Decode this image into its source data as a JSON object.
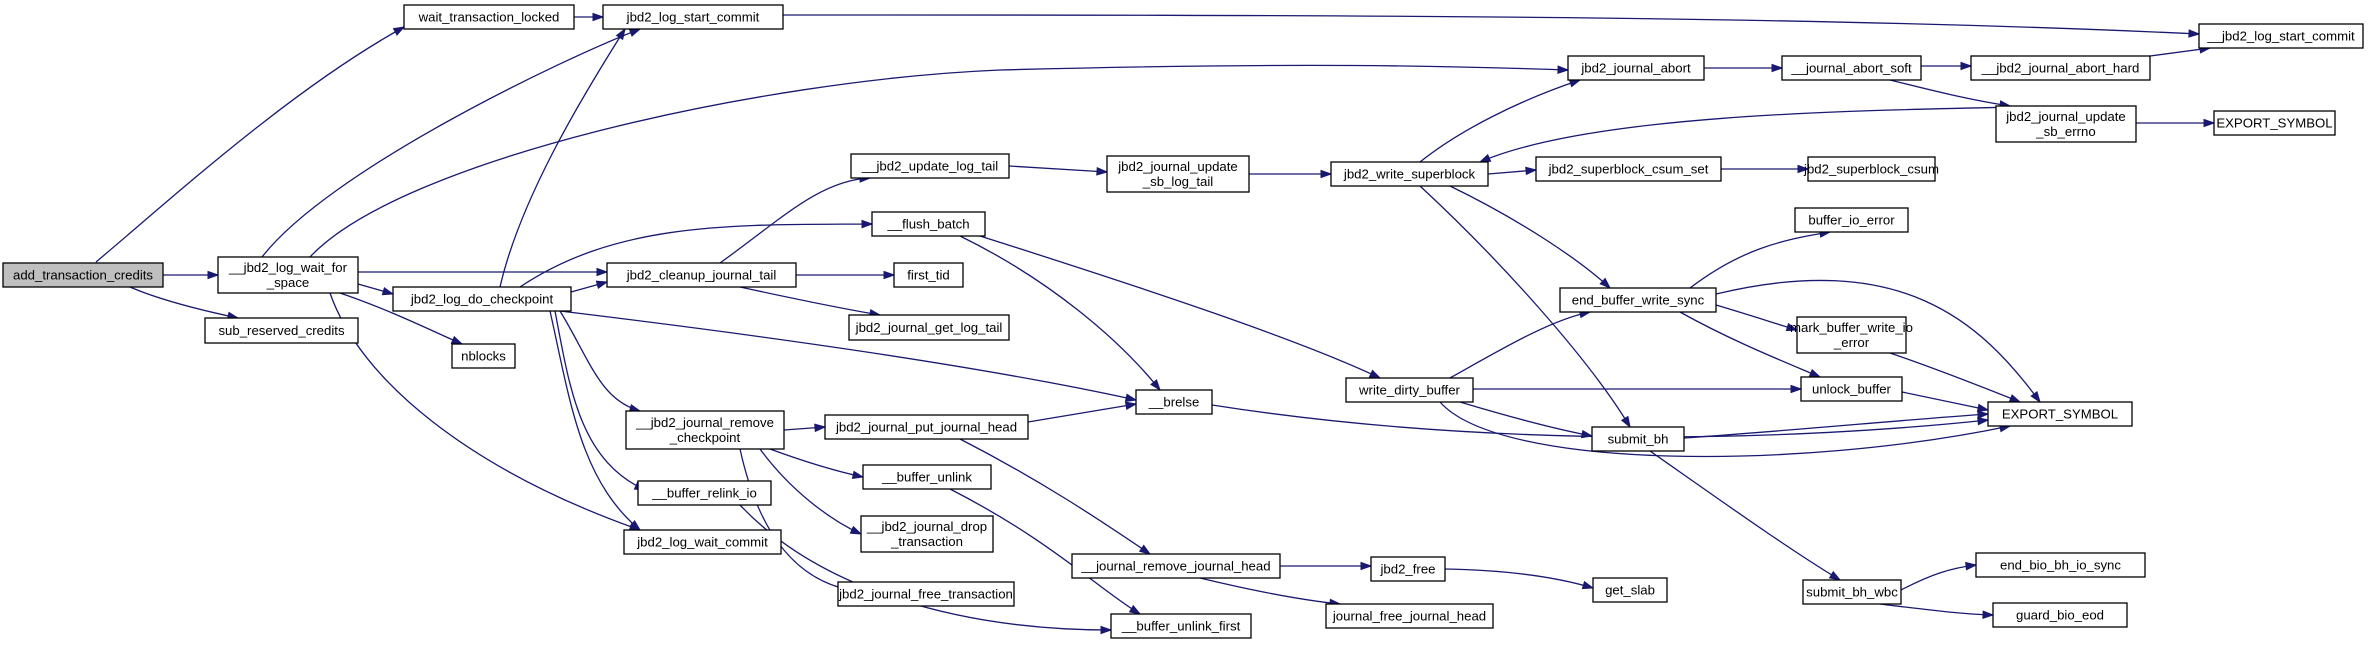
{
  "diagram": {
    "type": "call-graph",
    "root": "add_transaction_credits",
    "nodes": [
      {
        "id": "atc",
        "lines": [
          "add_transaction_credits"
        ],
        "root": true
      },
      {
        "id": "wtl",
        "lines": [
          "wait_transaction_locked"
        ]
      },
      {
        "id": "lwfs",
        "lines": [
          "__jbd2_log_wait_for",
          "_space"
        ]
      },
      {
        "id": "src",
        "lines": [
          "sub_reserved_credits"
        ]
      },
      {
        "id": "lsc",
        "lines": [
          "jbd2_log_start_commit"
        ]
      },
      {
        "id": "ldc",
        "lines": [
          "jbd2_log_do_checkpoint"
        ]
      },
      {
        "id": "nbl",
        "lines": [
          "nblocks"
        ]
      },
      {
        "id": "lwc",
        "lines": [
          "jbd2_log_wait_commit"
        ]
      },
      {
        "id": "cjt",
        "lines": [
          "jbd2_cleanup_journal_tail"
        ]
      },
      {
        "id": "jrc",
        "lines": [
          "__jbd2_journal_remove",
          "_checkpoint"
        ]
      },
      {
        "id": "bri",
        "lines": [
          "__buffer_relink_io"
        ]
      },
      {
        "id": "ult",
        "lines": [
          "__jbd2_update_log_tail"
        ]
      },
      {
        "id": "flb",
        "lines": [
          "__flush_batch"
        ]
      },
      {
        "id": "ftid",
        "lines": [
          "first_tid"
        ]
      },
      {
        "id": "jglt",
        "lines": [
          "jbd2_journal_get_log_tail"
        ]
      },
      {
        "id": "jpjh",
        "lines": [
          "jbd2_journal_put_journal_head"
        ]
      },
      {
        "id": "bun",
        "lines": [
          "__buffer_unlink"
        ]
      },
      {
        "id": "jdt",
        "lines": [
          "__jbd2_journal_drop",
          "_transaction"
        ]
      },
      {
        "id": "jft",
        "lines": [
          "jbd2_journal_free_transaction"
        ]
      },
      {
        "id": "jusl",
        "lines": [
          "jbd2_journal_update",
          "_sb_log_tail"
        ]
      },
      {
        "id": "brl",
        "lines": [
          "__brelse"
        ]
      },
      {
        "id": "jrjh",
        "lines": [
          "__journal_remove_journal_head"
        ]
      },
      {
        "id": "buf",
        "lines": [
          "__buffer_unlink_first"
        ]
      },
      {
        "id": "jws",
        "lines": [
          "jbd2_write_superblock"
        ]
      },
      {
        "id": "wdb",
        "lines": [
          "write_dirty_buffer"
        ]
      },
      {
        "id": "jfr",
        "lines": [
          "jbd2_free"
        ]
      },
      {
        "id": "jfjh",
        "lines": [
          "journal_free_journal_head"
        ]
      },
      {
        "id": "jab",
        "lines": [
          "jbd2_journal_abort"
        ]
      },
      {
        "id": "jscs",
        "lines": [
          "jbd2_superblock_csum_set"
        ]
      },
      {
        "id": "ebws",
        "lines": [
          "end_buffer_write_sync"
        ]
      },
      {
        "id": "sbh",
        "lines": [
          "submit_bh"
        ]
      },
      {
        "id": "gsl",
        "lines": [
          "get_slab"
        ]
      },
      {
        "id": "jas",
        "lines": [
          "__journal_abort_soft"
        ]
      },
      {
        "id": "jsc",
        "lines": [
          "jbd2_superblock_csum"
        ]
      },
      {
        "id": "bie",
        "lines": [
          "buffer_io_error"
        ]
      },
      {
        "id": "mbwe",
        "lines": [
          "mark_buffer_write_io",
          "_error"
        ]
      },
      {
        "id": "unb",
        "lines": [
          "unlock_buffer"
        ]
      },
      {
        "id": "sbw",
        "lines": [
          "submit_bh_wbc"
        ]
      },
      {
        "id": "jaah",
        "lines": [
          "__jbd2_journal_abort_hard"
        ]
      },
      {
        "id": "juse",
        "lines": [
          "jbd2_journal_update",
          "_sb_errno"
        ]
      },
      {
        "id": "exs2",
        "lines": [
          "EXPORT_SYMBOL"
        ]
      },
      {
        "id": "ebio",
        "lines": [
          "end_bio_bh_io_sync"
        ]
      },
      {
        "id": "gbe",
        "lines": [
          "guard_bio_eod"
        ]
      },
      {
        "id": "lsc2",
        "lines": [
          "__jbd2_log_start_commit"
        ]
      },
      {
        "id": "exs1",
        "lines": [
          "EXPORT_SYMBOL"
        ]
      }
    ],
    "edges": [
      [
        "atc",
        "wtl"
      ],
      [
        "atc",
        "lwfs"
      ],
      [
        "atc",
        "src"
      ],
      [
        "wtl",
        "lsc"
      ],
      [
        "lsc",
        "lsc2"
      ],
      [
        "lwfs",
        "lsc"
      ],
      [
        "lwfs",
        "jab"
      ],
      [
        "lwfs",
        "ldc"
      ],
      [
        "lwfs",
        "cjt"
      ],
      [
        "lwfs",
        "nbl"
      ],
      [
        "lwfs",
        "lwc"
      ],
      [
        "ldc",
        "lsc"
      ],
      [
        "ldc",
        "flb"
      ],
      [
        "ldc",
        "cjt"
      ],
      [
        "ldc",
        "brl"
      ],
      [
        "ldc",
        "jrc"
      ],
      [
        "ldc",
        "bri"
      ],
      [
        "ldc",
        "lwc"
      ],
      [
        "cjt",
        "ult"
      ],
      [
        "cjt",
        "ftid"
      ],
      [
        "cjt",
        "jglt"
      ],
      [
        "ult",
        "jusl"
      ],
      [
        "jusl",
        "jws"
      ],
      [
        "flb",
        "brl"
      ],
      [
        "flb",
        "wdb"
      ],
      [
        "jrc",
        "jpjh"
      ],
      [
        "jrc",
        "bun"
      ],
      [
        "jrc",
        "jdt"
      ],
      [
        "jrc",
        "jft"
      ],
      [
        "bri",
        "buf"
      ],
      [
        "bun",
        "buf"
      ],
      [
        "jpjh",
        "brl"
      ],
      [
        "jpjh",
        "jrjh"
      ],
      [
        "jrjh",
        "jfr"
      ],
      [
        "jrjh",
        "jfjh"
      ],
      [
        "jfr",
        "gsl"
      ],
      [
        "brl",
        "exs1"
      ],
      [
        "jws",
        "jab"
      ],
      [
        "jws",
        "jscs"
      ],
      [
        "jws",
        "ebws"
      ],
      [
        "jws",
        "sbh"
      ],
      [
        "jab",
        "jas"
      ],
      [
        "jas",
        "jaah"
      ],
      [
        "jas",
        "juse"
      ],
      [
        "jaah",
        "lsc2"
      ],
      [
        "juse",
        "exs2"
      ],
      [
        "juse",
        "jws"
      ],
      [
        "jscs",
        "jsc"
      ],
      [
        "wdb",
        "ebws"
      ],
      [
        "wdb",
        "unb"
      ],
      [
        "wdb",
        "sbh"
      ],
      [
        "wdb",
        "exs1"
      ],
      [
        "ebws",
        "bie"
      ],
      [
        "ebws",
        "mbwe"
      ],
      [
        "ebws",
        "unb"
      ],
      [
        "ebws",
        "exs1"
      ],
      [
        "mbwe",
        "exs1"
      ],
      [
        "unb",
        "exs1"
      ],
      [
        "sbh",
        "exs1"
      ],
      [
        "sbh",
        "sbw"
      ],
      [
        "sbw",
        "ebio"
      ],
      [
        "sbw",
        "gbe"
      ]
    ]
  }
}
